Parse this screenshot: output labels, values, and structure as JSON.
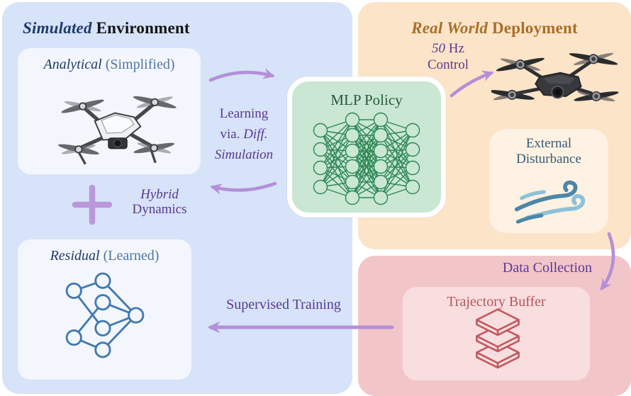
{
  "colors": {
    "sim_panel_bg": "#d6e3f8",
    "real_panel_bg": "#fce4c8",
    "data_panel_bg": "#f2c6c9",
    "card_blue_bg": "#f3f7fd",
    "card_cream_bg": "#fdf2e3",
    "card_pink_bg": "#f9dee0",
    "mlp_box_bg": "#c9e7d3",
    "mlp_network_stroke": "#2e8757",
    "residual_network_stroke": "#4079b2",
    "navy_text": "#1e3a6d",
    "slate_text": "#52749f",
    "ochre_text": "#a86f28",
    "purple_text": "#5b3894",
    "arrow_lavender": "#b48fd8",
    "red_text": "#b5565c",
    "wind_dark": "#4d86a8",
    "wind_light": "#8fc0d8"
  },
  "simulated_panel": {
    "title": {
      "italic": "Simulated",
      "regular": " Environment"
    },
    "analytical_card": {
      "title_italic": "Analytical",
      "title_suffix": " (Simplified)"
    },
    "hybrid_label": {
      "line1_italic": "Hybrid",
      "line2": "Dynamics"
    },
    "residual_card": {
      "title_italic": "Residual",
      "title_suffix": " (Learned)"
    }
  },
  "mlp_box": {
    "title": "MLP Policy"
  },
  "real_world_panel": {
    "title": {
      "italic": "Real World",
      "regular": " Deployment"
    },
    "control_label": {
      "num_italic": "50",
      "unit": " Hz",
      "line2": "Control"
    },
    "disturbance_card": {
      "line1": "External",
      "line2": "Disturbance"
    }
  },
  "data_panel": {
    "label": "Data Collection",
    "buffer_card": {
      "title": "Trajectory Buffer"
    }
  },
  "flow_labels": {
    "learning": {
      "line1": "Learning",
      "line2_regular": "via. ",
      "line2_italic": "Diff.",
      "line3_italic": "Simulation"
    },
    "supervised": "Supervised Training"
  },
  "icons": {
    "analytical": "sketch-drone-icon",
    "real_world": "real-drone-icon",
    "disturbance": "wind-icon",
    "buffer": "layers-stack-icon",
    "combine": "plus-icon"
  }
}
